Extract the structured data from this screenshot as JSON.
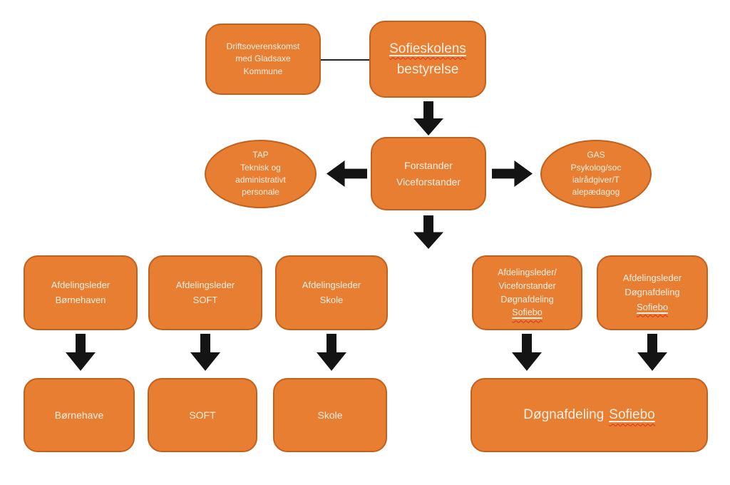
{
  "colors": {
    "node_fill": "#E87E32",
    "node_border": "#C2611E",
    "node_text": "#FBEFE2",
    "arrow": "#141414",
    "spellcheck_underline": "#E02B20",
    "background": "#FFFFFF"
  },
  "nodes": {
    "drift": {
      "lines": [
        "Driftsoverenskomst",
        "med Gladsaxe",
        "Kommune"
      ]
    },
    "bestyrelse": {
      "underlined": "Sofieskolens",
      "rest": "bestyrelse"
    },
    "tap": {
      "lines": [
        "TAP",
        "Teknisk og",
        "administrativt",
        "personale"
      ]
    },
    "forstander": {
      "lines": [
        "Forstander",
        "Viceforstander"
      ]
    },
    "gas": {
      "lines": [
        "GAS",
        "Psykolog/soc",
        "ialrådgiver/T",
        "alepædagog"
      ]
    },
    "leder_boernehaven": {
      "lines": [
        "Afdelingsleder",
        "Børnehaven"
      ]
    },
    "leder_soft": {
      "lines": [
        "Afdelingsleder",
        "SOFT"
      ]
    },
    "leder_skole": {
      "lines": [
        "Afdelingsleder",
        "Skole"
      ]
    },
    "leder_doegn_vice": {
      "lines": [
        "Afdelingsleder/",
        "Viceforstander",
        "Døgnafdeling"
      ],
      "underlined": "Sofiebo"
    },
    "leder_doegn": {
      "lines": [
        "Afdelingsleder",
        "Døgnafdeling"
      ],
      "underlined": "Sofiebo"
    },
    "boernehave": {
      "label": "Børnehave"
    },
    "soft": {
      "label": "SOFT"
    },
    "skole": {
      "label": "Skole"
    },
    "doegnafdeling": {
      "label": "Døgnafdeling",
      "underlined": "Sofiebo"
    }
  }
}
